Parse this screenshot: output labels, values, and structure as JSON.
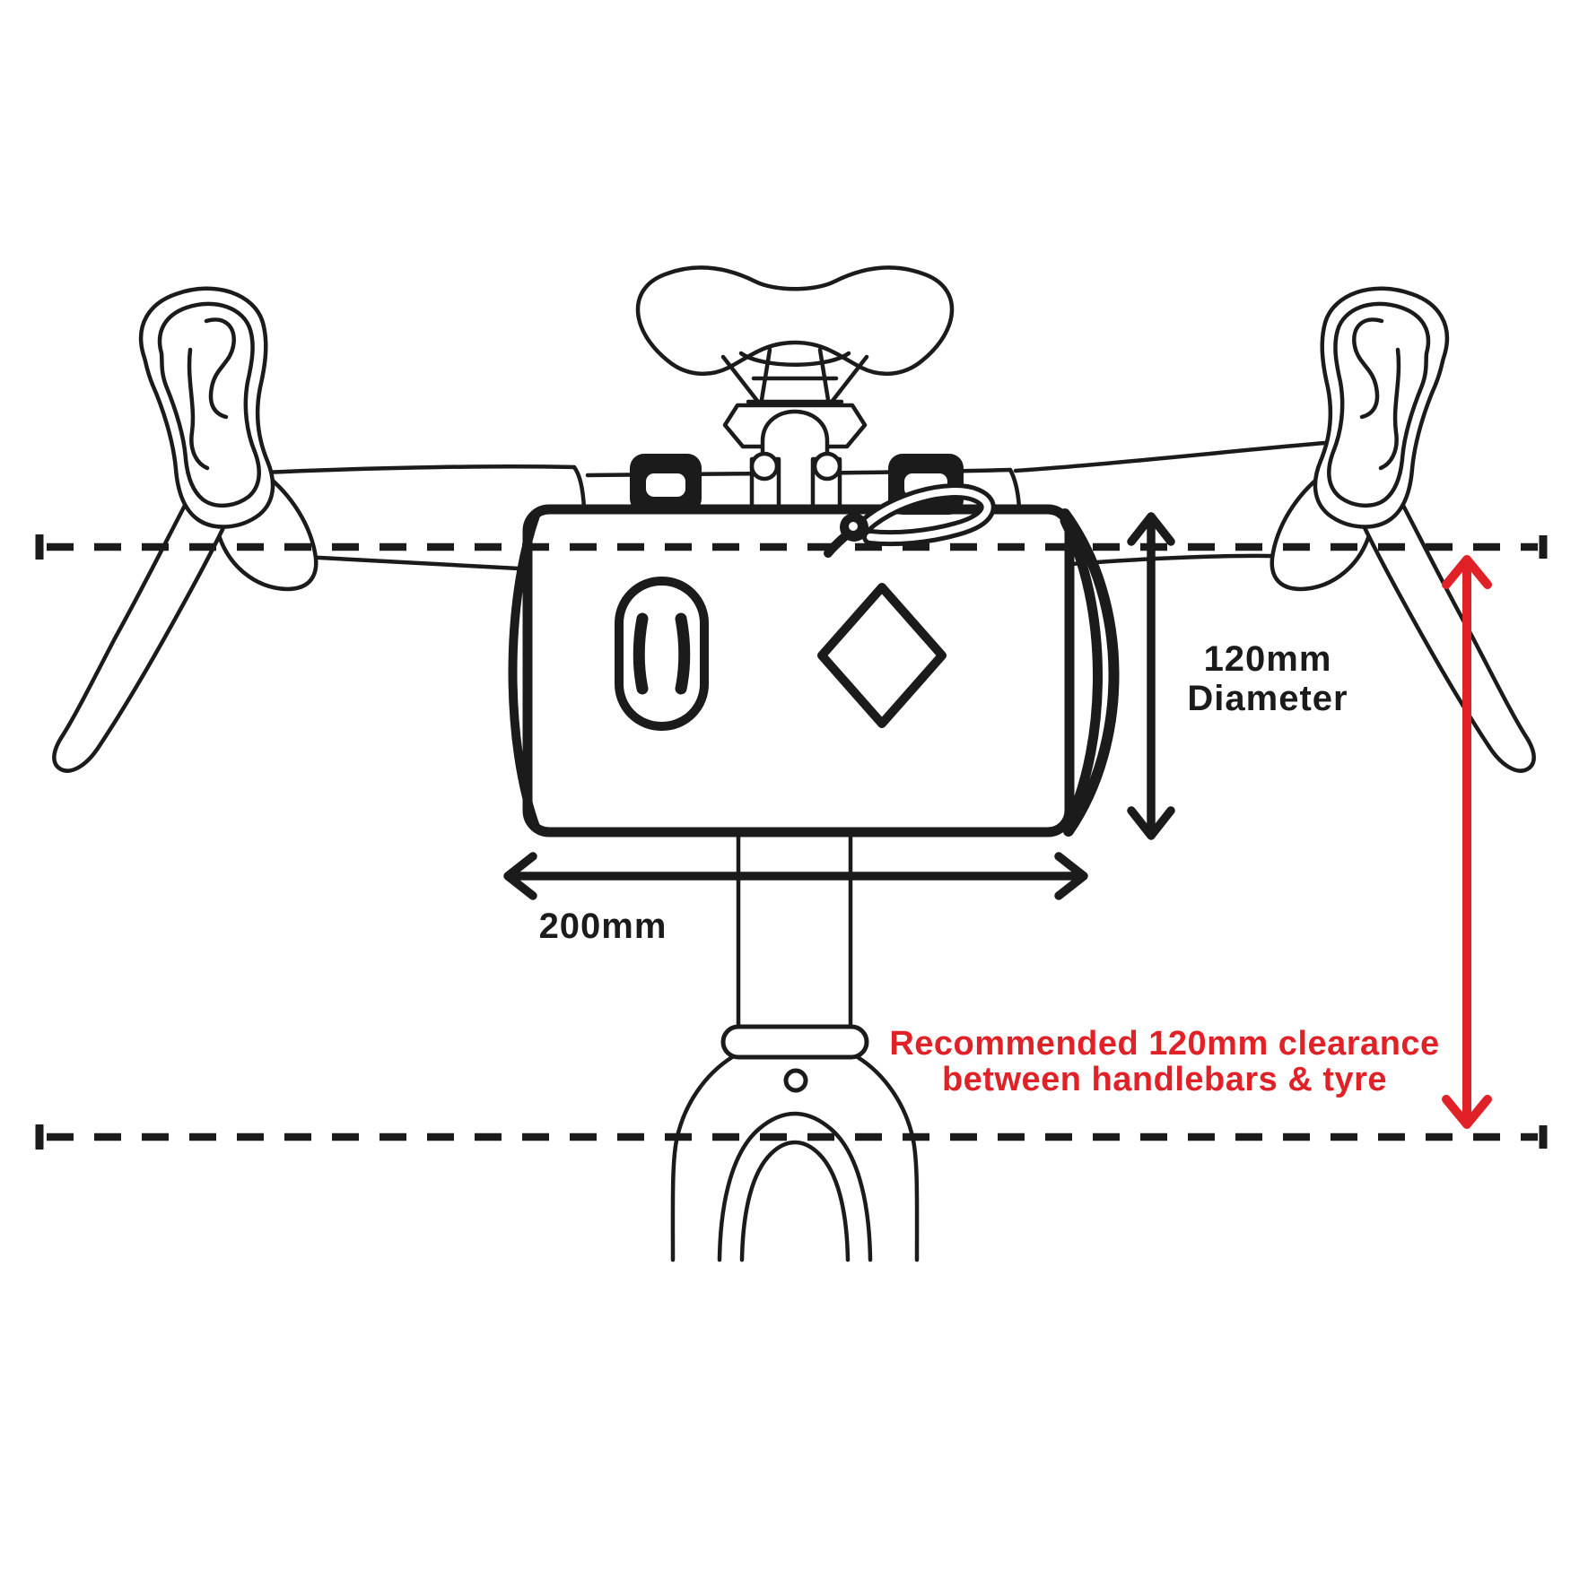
{
  "diagram": {
    "title": "Handlebar bag fitment diagram (bike front view)",
    "labels": {
      "diameter_line1": "120mm",
      "diameter_line2": "Diameter",
      "width": "200mm",
      "clearance_line1": "Recommended 120mm clearance",
      "clearance_line2": "between handlebars & tyre"
    },
    "dimensions": {
      "bag_diameter_mm": 120,
      "bag_width_mm": 200,
      "recommended_clearance_mm": 120
    },
    "colors": {
      "ink": "#1b1b1b",
      "accent_red": "#e02127",
      "background": "#ffffff"
    },
    "icons": [
      "saddle-icon",
      "handlebar-icon",
      "brake-lever-icon",
      "handlebar-bag-icon",
      "oval-logo-icon",
      "diamond-logo-icon",
      "zipper-cord-icon",
      "strap-buckle-icon",
      "fork-icon",
      "dashed-datum-line",
      "double-headed-arrow"
    ]
  }
}
